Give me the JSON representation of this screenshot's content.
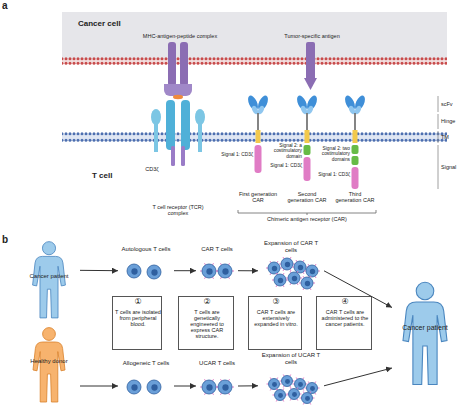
{
  "diagram": {
    "nodes": [
      {
        "text": [
          "Cancer patient"
        ]
      },
      {
        "text": [
          "Autologous T cells"
        ]
      },
      {
        "text": [
          "CAR T cells"
        ]
      },
      {
        "text": [
          "Expansion of CAR T cells"
        ]
      },
      {
        "text": [
          "①",
          "T cells are isolated from peripheral blood."
        ]
      },
      {
        "text": [
          "②",
          "T cells are genetically engineered to express CAR structure."
        ]
      },
      {
        "text": [
          "③",
          "CAR T cells are extensively expanded in vitro."
        ]
      },
      {
        "text": [
          "④",
          "CAR T cells are administered to the cancer patients."
        ]
      },
      {
        "text": [
          "Cancer patient"
        ]
      },
      {
        "text": [
          "Healthy donor"
        ]
      },
      {
        "text": [
          "Allogeneic T cells"
        ]
      },
      {
        "text": [
          "UCAR T cells"
        ]
      },
      {
        "text": [
          "Expansion of UCAR T cells"
        ]
      }
    ],
    "edges": [
      {
        "from": 0,
        "to": 1,
        "arrow": "to"
      },
      {
        "from": 1,
        "to": 2,
        "arrow": "to"
      },
      {
        "from": 2,
        "to": 3,
        "arrow": "to"
      },
      {
        "from": 3,
        "to": 8,
        "arrow": "to"
      },
      {
        "from": 9,
        "to": 10,
        "arrow": "to"
      },
      {
        "from": 10,
        "to": 11,
        "arrow": "to"
      },
      {
        "from": 11,
        "to": 12,
        "arrow": "to"
      },
      {
        "from": 12,
        "to": 8,
        "arrow": "to"
      }
    ],
    "labels": [
      "a",
      "Cancer cell",
      "MHC-antigen-peptide complex",
      "Tumor-specific antigen",
      "scFv",
      "Hinge",
      "TM",
      "Signal",
      "Signal 2: a costimulatory domain",
      "Signal 1: CD3ζ",
      "Signal 1: CD3ζ",
      "Signal 2: two costimulatory domains",
      "Signal 1: CD3ζ",
      "T cell",
      "CD3ζ",
      "First generation CAR",
      "Second generation CAR",
      "Third generation CAR",
      "T cell receptor (TCR) complex",
      "Chimeric antigen receptor (CAR)",
      "b"
    ]
  }
}
